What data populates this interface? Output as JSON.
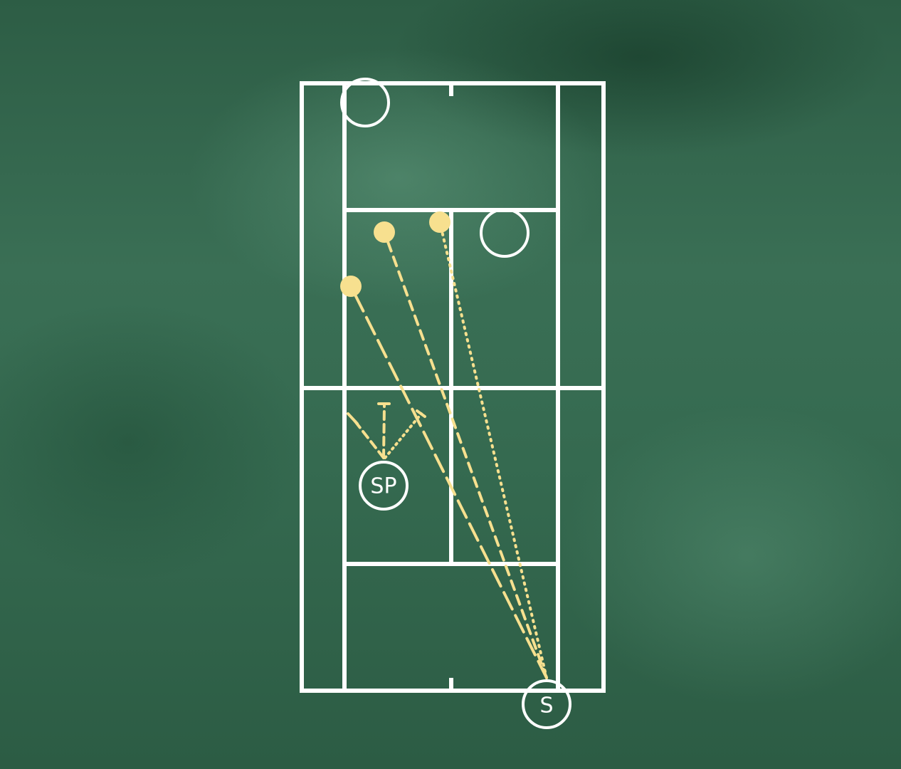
{
  "diagram": {
    "colors": {
      "board": "#356a50",
      "chalk": "#ffffff",
      "shot": "#f7e08f"
    },
    "players": [
      {
        "id": "opponent-baseline",
        "label": ""
      },
      {
        "id": "opponent-service",
        "label": ""
      },
      {
        "id": "server-partner",
        "label": "SP"
      },
      {
        "id": "server",
        "label": "S"
      }
    ],
    "shots": [
      {
        "id": "wide-serve",
        "line_style": "long-dash"
      },
      {
        "id": "body-serve",
        "line_style": "dash"
      },
      {
        "id": "t-serve",
        "line_style": "dotted"
      }
    ],
    "partner_moves": [
      {
        "id": "move-left",
        "line_style": "dash"
      },
      {
        "id": "move-forward",
        "line_style": "dash"
      },
      {
        "id": "move-right",
        "line_style": "dotted"
      }
    ]
  }
}
